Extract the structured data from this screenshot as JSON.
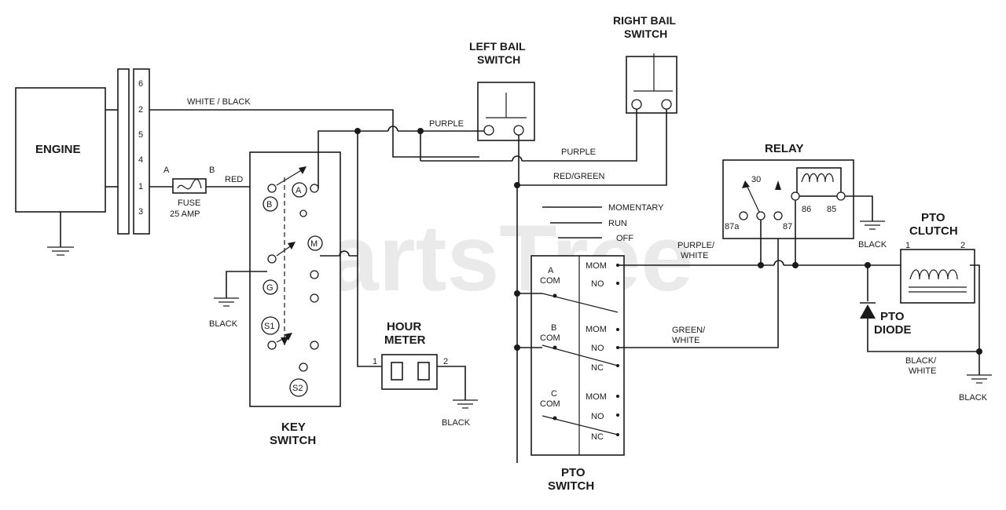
{
  "watermark": "PartsTree",
  "engine": {
    "title": "ENGINE",
    "pins": [
      "6",
      "2",
      "5",
      "4",
      "1",
      "3"
    ]
  },
  "fuse": {
    "title": "FUSE",
    "rating": "25 AMP",
    "pin_a": "A",
    "pin_b": "B"
  },
  "wires": {
    "white_black": "WHITE / BLACK",
    "red": "RED",
    "purple_1": "PURPLE",
    "purple_2": "PURPLE",
    "red_green": "RED/GREEN",
    "purple_white": "PURPLE/\nWHITE",
    "purple_white_l1": "PURPLE/",
    "purple_white_l2": "WHITE",
    "green_white_l1": "GREEN/",
    "green_white_l2": "WHITE",
    "black_white_l1": "BLACK/",
    "black_white_l2": "WHITE",
    "black_relay": "BLACK"
  },
  "grounds": {
    "key": "BLACK",
    "hour": "BLACK",
    "clutch": "BLACK"
  },
  "left_bail": {
    "title_l1": "LEFT BAIL",
    "title_l2": "SWITCH"
  },
  "right_bail": {
    "title_l1": "RIGHT BAIL",
    "title_l2": "SWITCH"
  },
  "key_switch": {
    "title_l1": "KEY",
    "title_l2": "SWITCH",
    "terminals": [
      "A",
      "B",
      "M",
      "G",
      "S1",
      "S2"
    ]
  },
  "hour_meter": {
    "title_l1": "HOUR",
    "title_l2": "METER",
    "pin1": "1",
    "pin2": "2"
  },
  "legend": {
    "momentary": "MOMENTARY",
    "run": "RUN",
    "off": "OFF"
  },
  "pto_switch": {
    "title_l1": "PTO",
    "title_l2": "SWITCH",
    "decks": [
      {
        "id": "A",
        "com": "COM",
        "mom": "MOM",
        "no": "NO",
        "nc": ""
      },
      {
        "id": "B",
        "com": "COM",
        "mom": "MOM",
        "no": "NO",
        "nc": "NC"
      },
      {
        "id": "C",
        "com": "COM",
        "mom": "MOM",
        "no": "NO",
        "nc": "NC"
      }
    ]
  },
  "relay": {
    "title": "RELAY",
    "pins": [
      "30",
      "87a",
      "87",
      "86",
      "85"
    ]
  },
  "pto_clutch": {
    "title_l1": "PTO",
    "title_l2": "CLUTCH",
    "pin1": "1",
    "pin2": "2"
  },
  "pto_diode": {
    "title_l1": "PTO",
    "title_l2": "DIODE"
  }
}
